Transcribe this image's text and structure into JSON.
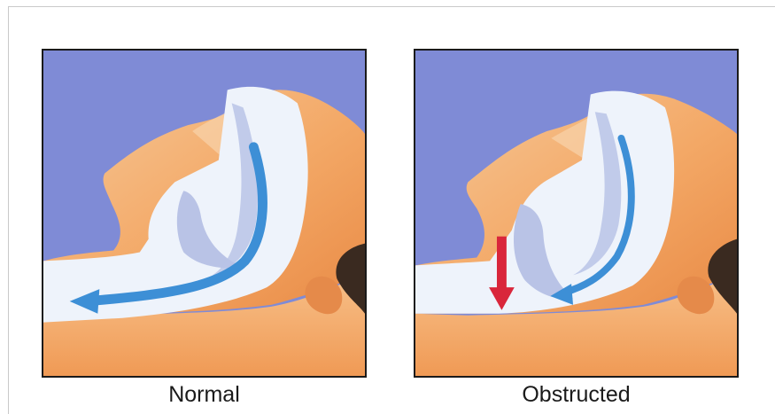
{
  "panels": [
    {
      "id": "normal",
      "caption": "Normal"
    },
    {
      "id": "obstructed",
      "caption": "Obstructed"
    }
  ],
  "colors": {
    "background_sky": "#7f8bd6",
    "skin": "#f4b27a",
    "airway": "#eef3fb",
    "airflow_arrow": "#3d8fd6",
    "obstruction_arrow": "#d9263b",
    "tissue": "#b9c3e6",
    "hair": "#3a2a20"
  }
}
